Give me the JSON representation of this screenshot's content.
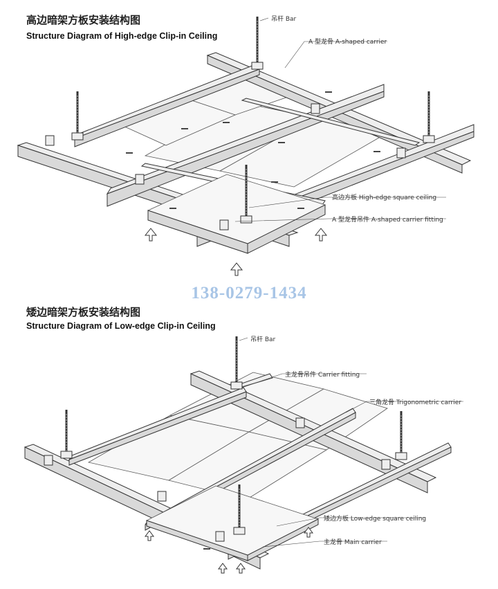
{
  "top": {
    "title_cn": "高边暗架方板安装结构图",
    "title_en": "Structure Diagram of High-edge Clip-in Ceiling",
    "labels": {
      "bar": "吊杆  Bar",
      "a_carrier": "A 型龙骨  A-shaped carrier",
      "square": "高边方板  High-edge square ceiling",
      "fitting": "A 型龙骨吊件  A-shaped carrier fitting"
    }
  },
  "phone": "138-0279-1434",
  "bottom": {
    "title_cn": "矮边暗架方板安装结构图",
    "title_en": "Structure Diagram of Low-edge Clip-in Ceiling",
    "labels": {
      "bar": "吊杆  Bar",
      "carrier_fitting": "主龙骨吊件  Carrier fitting",
      "tri": "三角龙骨  Trigonometric carrier",
      "square": "矮边方板  Low-edge square ceiling",
      "main": "主龙骨  Main carrier"
    }
  },
  "colors": {
    "line": "#333333",
    "rail": "#eeeeee",
    "panel": "#f7f7f7",
    "phone": "#a8c5e6"
  }
}
